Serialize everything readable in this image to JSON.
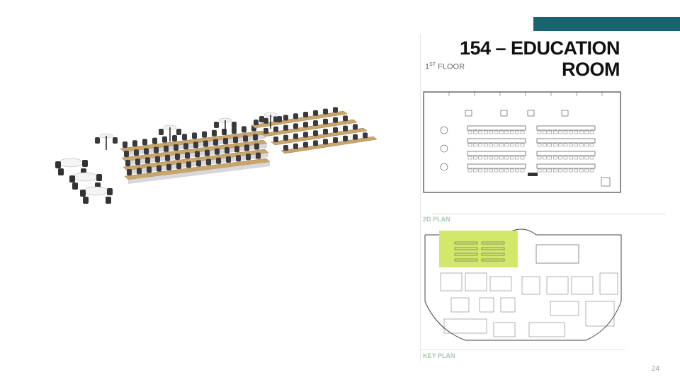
{
  "slide": {
    "title_line1": "154 – EDUCATION",
    "title_line2": "ROOM",
    "floor_number": "1",
    "floor_suffix": "ST",
    "floor_label": " FLOOR",
    "plan_label": "2D PLAN",
    "key_plan_label": "KEY PLAN",
    "page_number": "24"
  },
  "colors": {
    "accent": "#1a6470",
    "highlight": "#d2e86a",
    "label": "#a9c8b4"
  }
}
